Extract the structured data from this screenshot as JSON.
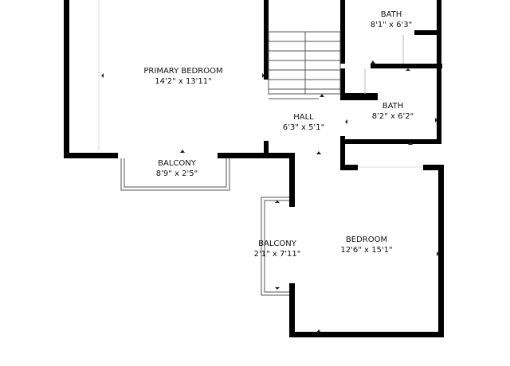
{
  "colors": {
    "wall": "#000000",
    "background": "#ffffff",
    "label": "#111111"
  },
  "rooms": {
    "primary_bedroom": {
      "name": "PRIMARY BEDROOM",
      "size": "14'2\" x 13'11\""
    },
    "bath_upper": {
      "name": "BATH",
      "size": "8'1\" x 6'3\""
    },
    "bath_lower": {
      "name": "BATH",
      "size": "8'2\" x 6'2\""
    },
    "hall": {
      "name": "HALL",
      "size": "6'3\" x 5'1\""
    },
    "balcony_top": {
      "name": "BALCONY",
      "size": "8'9\" x 2'5\""
    },
    "balcony_side": {
      "name": "BALCONY",
      "size": "2'1\" x 7'11\""
    },
    "bedroom": {
      "name": "BEDROOM",
      "size": "12'6\" x 15'1\""
    }
  }
}
